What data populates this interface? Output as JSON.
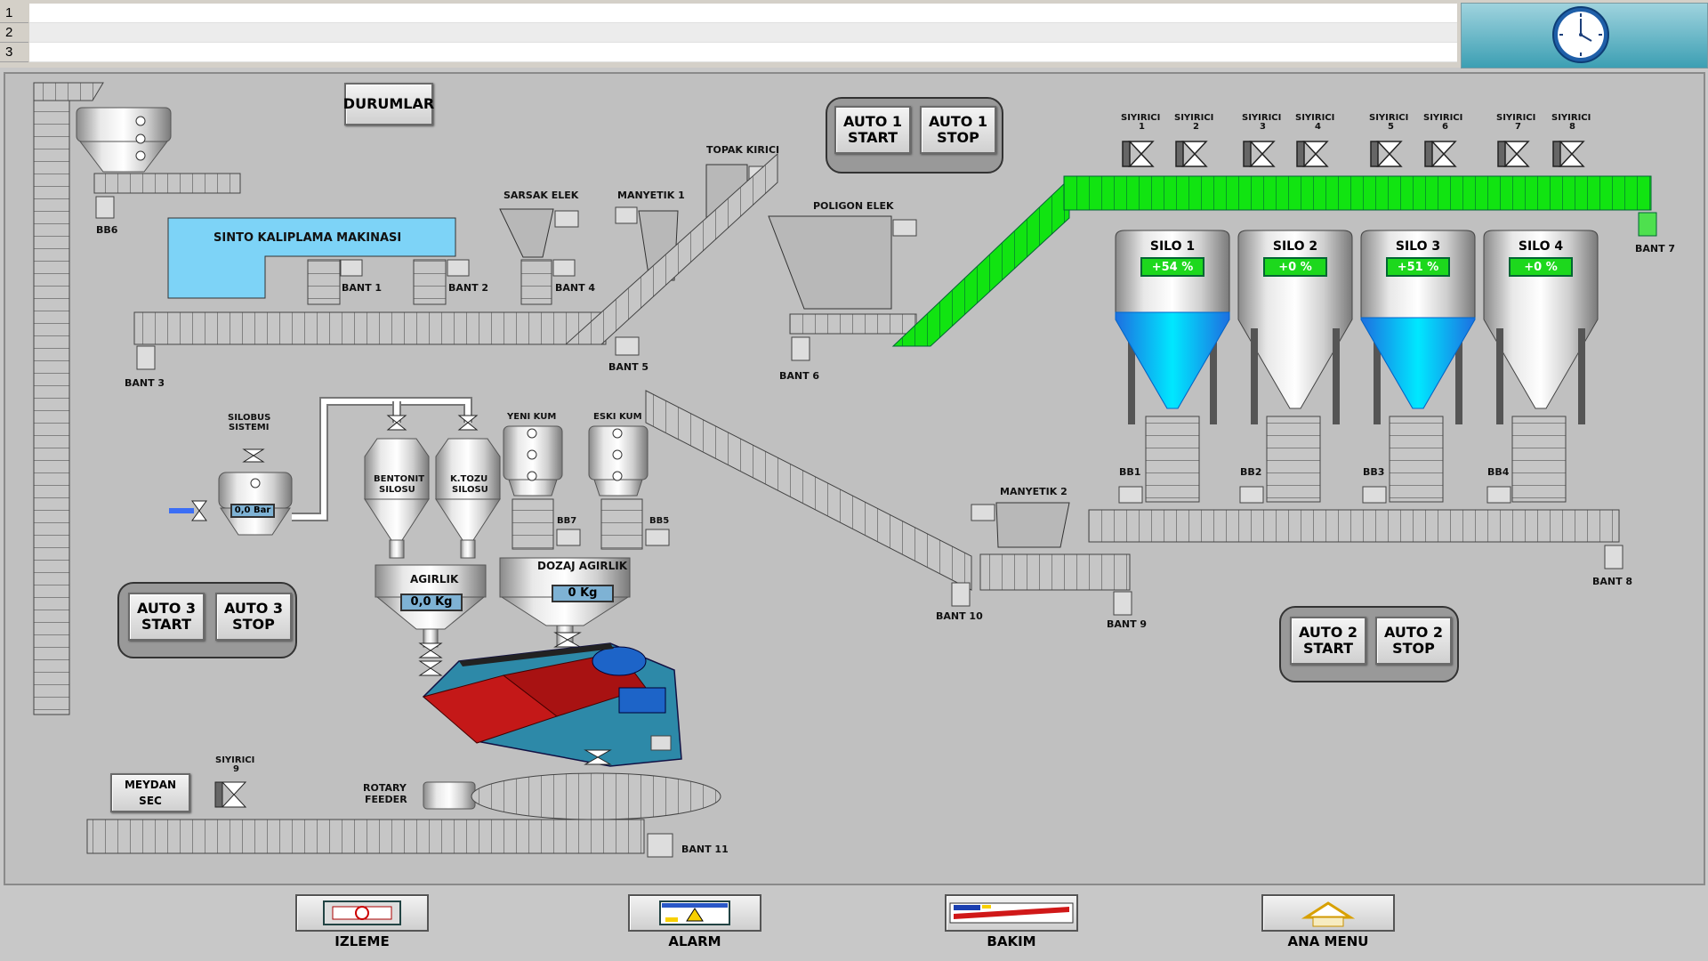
{
  "rows": [
    "1",
    "2",
    "3"
  ],
  "buttons": {
    "durumlar": "DURUMLAR",
    "auto1_start": [
      "AUTO 1",
      "START"
    ],
    "auto1_stop": [
      "AUTO 1",
      "STOP"
    ],
    "auto2_start": [
      "AUTO 2",
      "START"
    ],
    "auto2_stop": [
      "AUTO 2",
      "STOP"
    ],
    "auto3_start": [
      "AUTO 3",
      "START"
    ],
    "auto3_stop": [
      "AUTO 3",
      "STOP"
    ],
    "meydan_sec": [
      "MEYDAN",
      "SEC"
    ]
  },
  "sinto": "SINTO KALIPLAMA MAKINASI",
  "labels": {
    "bb6": "BB6",
    "bant1": "BANT 1",
    "bant2": "BANT 2",
    "bant3": "BANT 3",
    "bant4": "BANT 4",
    "bant5": "BANT 5",
    "bant6": "BANT 6",
    "bant7": "BANT 7",
    "bant8": "BANT 8",
    "bant9": "BANT 9",
    "bant10": "BANT 10",
    "bant11": "BANT 11",
    "sarsak_elek": "SARSAK ELEK",
    "manyetik1": "MANYETIK 1",
    "manyetik2": "MANYETIK 2",
    "topak_kirici": "TOPAK KIRICI",
    "poligon_elek": "POLIGON ELEK",
    "silobus": [
      "SILOBUS",
      "SISTEMI"
    ],
    "yeni_kum": "YENI KUM",
    "eski_kum": "ESKI KUM",
    "bentonit": [
      "BENTONIT",
      "SILOSU"
    ],
    "ktozu": [
      "K.TOZU",
      "SILOSU"
    ],
    "bb7": "BB7",
    "bb5": "BB5",
    "bb1": "BB1",
    "bb2": "BB2",
    "bb3": "BB3",
    "bb4": "BB4",
    "agirlik": "AGIRLIK",
    "dozaj_agirlik": "DOZAJ AGIRLIK",
    "rotary": [
      "ROTARY",
      "FEEDER"
    ]
  },
  "sivirici": [
    [
      "SIYIRICI",
      "1"
    ],
    [
      "SIYIRICI",
      "2"
    ],
    [
      "SIYIRICI",
      "3"
    ],
    [
      "SIYIRICI",
      "4"
    ],
    [
      "SIYIRICI",
      "5"
    ],
    [
      "SIYIRICI",
      "6"
    ],
    [
      "SIYIRICI",
      "7"
    ],
    [
      "SIYIRICI",
      "8"
    ],
    [
      "SIYIRICI",
      "9"
    ]
  ],
  "silos": [
    {
      "name": "SILO 1",
      "value": "+54 %",
      "level": 0.54
    },
    {
      "name": "SILO 2",
      "value": "+0 %",
      "level": 0
    },
    {
      "name": "SILO 3",
      "value": "+51 %",
      "level": 0.51
    },
    {
      "name": "SILO 4",
      "value": "+0 %",
      "level": 0
    }
  ],
  "displays": {
    "silobus": "0,0 Bar",
    "agirlik": "0,0 Kg",
    "dozaj": "0 Kg"
  },
  "nav": [
    {
      "label": "IZLEME",
      "icon": "monitor-icon"
    },
    {
      "label": "ALARM",
      "icon": "alarm-icon"
    },
    {
      "label": "BAKIM",
      "icon": "maintenance-icon"
    },
    {
      "label": "ANA MENU",
      "icon": "home-icon"
    }
  ],
  "colors": {
    "conveyor_active": "#11e411",
    "water": "#00e4ff",
    "sinto": "#7dd3f7"
  }
}
